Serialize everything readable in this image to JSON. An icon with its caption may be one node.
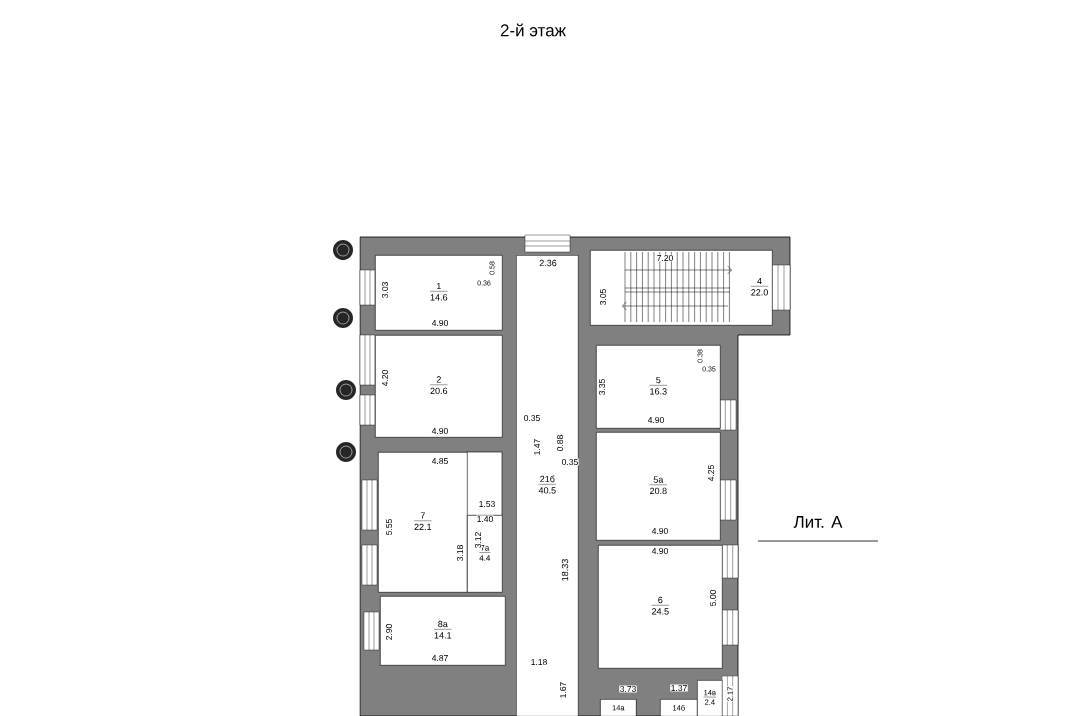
{
  "diagram": {
    "title": "2-й этаж",
    "nodes": [
      {
        "text": [
          "1",
          "14.6"
        ]
      },
      {
        "text": [
          "2",
          "20.6"
        ]
      },
      {
        "text": [
          "7",
          "22.1"
        ]
      },
      {
        "text": [
          "7а",
          "4.4"
        ]
      },
      {
        "text": [
          "8а",
          "14.1"
        ]
      },
      {
        "text": [
          "21б",
          "40.5"
        ]
      },
      {
        "text": [
          "4",
          "22.0"
        ]
      },
      {
        "text": [
          "5",
          "16.3"
        ]
      },
      {
        "text": [
          "5а",
          "20.8"
        ]
      },
      {
        "text": [
          "6",
          "24.5"
        ]
      },
      {
        "text": [
          "14а"
        ]
      },
      {
        "text": [
          "14б"
        ]
      },
      {
        "text": [
          "14в",
          "2.4"
        ]
      }
    ],
    "labels": [
      "3.03",
      "4.90",
      "0.58",
      "0.36",
      "2.36",
      "3.05",
      "7.20",
      "4.20",
      "4.90",
      "0.35",
      "1.47",
      "0.88",
      "0.35",
      "4.85",
      "1.53",
      "1.40",
      "3.18",
      "3.12",
      "5.55",
      "2.90",
      "4.87",
      "18.33",
      "1.18",
      "1.67",
      "0.38",
      "0.35",
      "3.35",
      "4.90",
      "4.25",
      "4.90",
      "4.90",
      "5.00",
      "3.73",
      "1.37",
      "2.17",
      "Лит. А"
    ]
  }
}
